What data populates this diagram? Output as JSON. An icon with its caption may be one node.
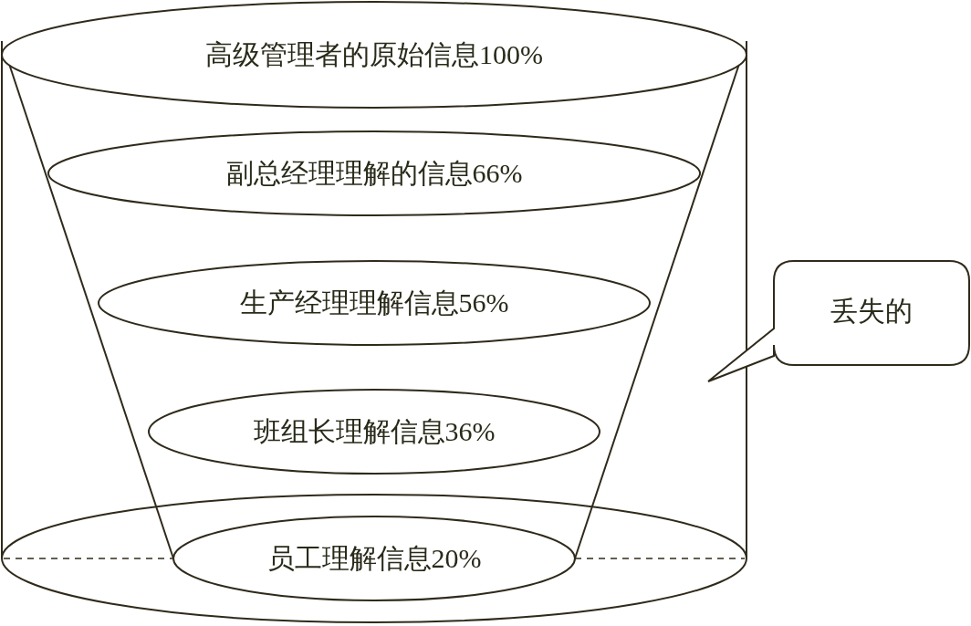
{
  "diagram": {
    "nodes": [
      {
        "text": [
          "高级管理者的原始信息100%"
        ]
      },
      {
        "text": [
          "副总经理理解的信息66%"
        ]
      },
      {
        "text": [
          "生产经理理解信息56%"
        ]
      },
      {
        "text": [
          "班组长理解信息36%"
        ]
      },
      {
        "text": [
          "员工理解信息20%"
        ]
      },
      {
        "text": [
          "丢失的"
        ]
      }
    ]
  }
}
